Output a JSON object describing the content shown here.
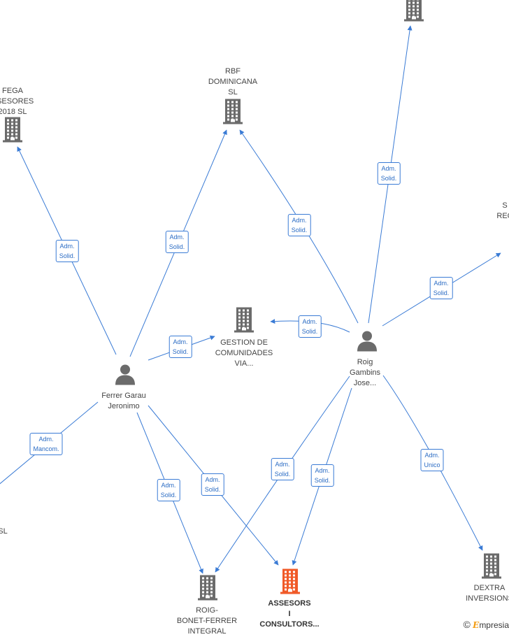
{
  "nodes": [
    {
      "id": "fega",
      "type": "company",
      "label": [
        "FEGA",
        "ASESORES",
        "2018  SL"
      ],
      "icon": "building-icon"
    },
    {
      "id": "rbf",
      "type": "company",
      "label": [
        "RBF",
        "DOMINICANA",
        "SL"
      ],
      "icon": "building-icon"
    },
    {
      "id": "top",
      "type": "company",
      "label": [],
      "icon": "building-icon"
    },
    {
      "id": "right-rec",
      "type": "company",
      "label": [
        "S",
        "REC"
      ],
      "icon": "building-icon"
    },
    {
      "id": "gestion",
      "type": "company",
      "label": [
        "GESTION DE",
        "COMUNIDADES",
        "VIA..."
      ],
      "icon": "building-icon"
    },
    {
      "id": "ferrer",
      "type": "person",
      "label": [
        "Ferrer Garau",
        "Jeronimo"
      ],
      "icon": "person-icon"
    },
    {
      "id": "roig",
      "type": "person",
      "label": [
        "Roig",
        "Gambins",
        "Jose..."
      ],
      "icon": "person-icon"
    },
    {
      "id": "left-sl",
      "type": "company",
      "label": [
        "SL"
      ],
      "icon": "building-icon"
    },
    {
      "id": "roig-bonet",
      "type": "company",
      "label": [
        "ROIG-",
        "BONET-FERRER",
        "INTEGRAL"
      ],
      "icon": "building-icon"
    },
    {
      "id": "assesors",
      "type": "company",
      "label": [
        "ASSESORS",
        "I",
        "CONSULTORS..."
      ],
      "icon": "building-icon",
      "highlight": true
    },
    {
      "id": "dextra",
      "type": "company",
      "label": [
        "DEXTRA",
        "INVERSIONS"
      ],
      "icon": "building-icon"
    }
  ],
  "edges": [
    {
      "from": "ferrer",
      "to": "fega",
      "label": [
        "Adm.",
        "Solid."
      ]
    },
    {
      "from": "ferrer",
      "to": "rbf",
      "label": [
        "Adm.",
        "Solid."
      ]
    },
    {
      "from": "ferrer",
      "to": "gestion",
      "label": [
        "Adm.",
        "Solid."
      ]
    },
    {
      "from": "ferrer",
      "to": "left-sl",
      "label": [
        "Adm.",
        "Mancom."
      ]
    },
    {
      "from": "ferrer",
      "to": "roig-bonet",
      "label": [
        "Adm.",
        "Solid."
      ]
    },
    {
      "from": "ferrer",
      "to": "assesors",
      "label": [
        "Adm.",
        "Solid."
      ]
    },
    {
      "from": "roig",
      "to": "rbf",
      "label": [
        "Adm.",
        "Solid."
      ]
    },
    {
      "from": "roig",
      "to": "top",
      "label": [
        "Adm.",
        "Solid."
      ]
    },
    {
      "from": "roig",
      "to": "right-rec",
      "label": [
        "Adm.",
        "Solid."
      ]
    },
    {
      "from": "roig",
      "to": "gestion",
      "label": [
        "Adm.",
        "Solid."
      ]
    },
    {
      "from": "roig",
      "to": "roig-bonet",
      "label": [
        "Adm.",
        "Solid."
      ]
    },
    {
      "from": "roig",
      "to": "assesors",
      "label": [
        "Adm.",
        "Solid."
      ]
    },
    {
      "from": "roig",
      "to": "dextra",
      "label": [
        "Adm.",
        "Unico"
      ]
    }
  ],
  "colors": {
    "edge": "#3a7bd5",
    "company": "#6b6b6b",
    "highlight": "#f05a28",
    "person": "#6b6b6b"
  },
  "brand": {
    "symbol": "©",
    "initial": "E",
    "name": "mpresia"
  }
}
